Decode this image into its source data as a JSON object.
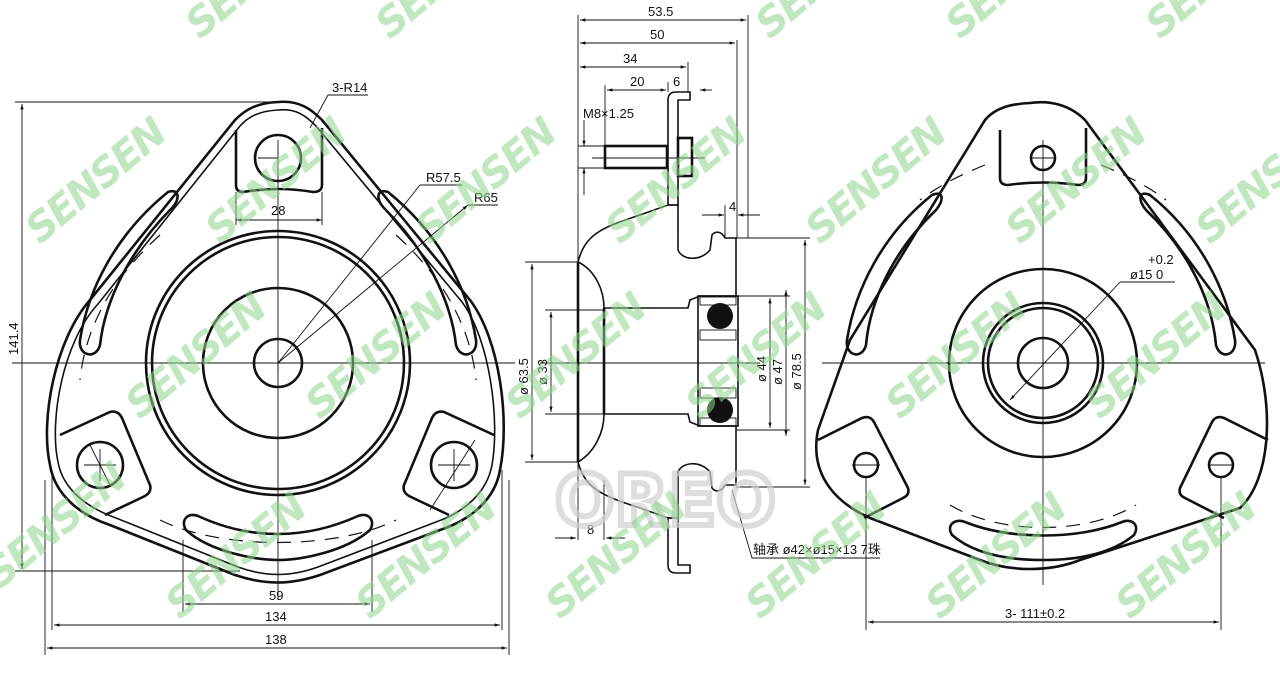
{
  "drawing": {
    "subject": "Strut top mount technical drawing",
    "watermark": "SENSEN",
    "overlay_mark": "OREO",
    "colors": {
      "line": "#111111",
      "watermark": "#8fd58f",
      "overlay": "#cfcfcf",
      "background": "#ffffff"
    }
  },
  "views": {
    "front_left": {
      "label_r14": "3-R14",
      "label_r575": "R57.5",
      "label_r65": "R65",
      "dim_28": "28",
      "dim_1414": "141.4",
      "dim_59": "59",
      "dim_134": "134",
      "dim_138": "138"
    },
    "section": {
      "dim_535": "53.5",
      "dim_50": "50",
      "dim_34": "34",
      "dim_20": "20",
      "dim_6": "6",
      "thread": "M8×1.25",
      "dim_4": "4",
      "dia_635": "ø 63.5",
      "dia_33": "ø 33",
      "dia_44": "ø 44",
      "dia_47": "ø 47",
      "dia_785": "ø 78.5",
      "dim_8": "8",
      "bearing_note": "轴承 ø42×ø15×13 7珠"
    },
    "front_right": {
      "tol_upper": "+0.2",
      "dia_15": "ø15 0",
      "pcd": "3- 111±0.2"
    }
  }
}
